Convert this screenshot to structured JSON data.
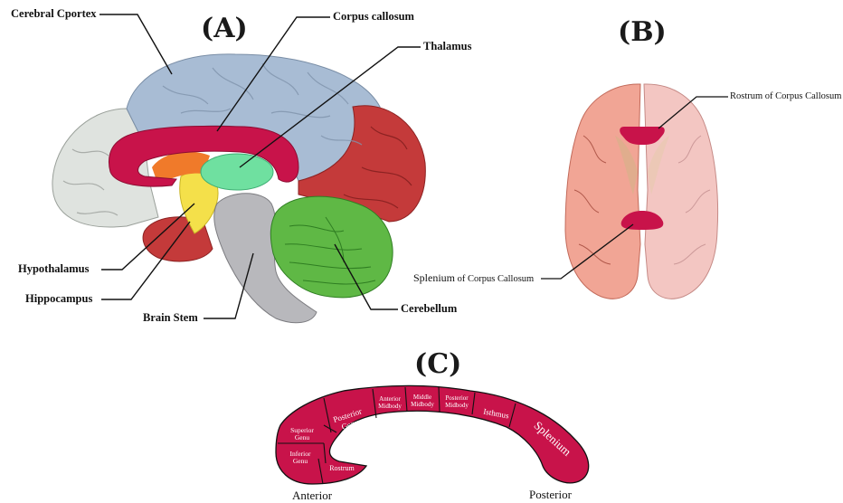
{
  "panels": {
    "a": {
      "letter": "(A)"
    },
    "b": {
      "letter": "(B)"
    },
    "c": {
      "letter": "(C)"
    }
  },
  "panel_a_labels": {
    "cerebral_cortex": "Cerebral Cportex",
    "corpus_callosum": "Corpus callosum",
    "thalamus": "Thalamus",
    "hypothalamus": "Hypothalamus",
    "hippocampus": "Hippocampus",
    "brain_stem": "Brain Stem",
    "cerebellum": "Cerebellum"
  },
  "panel_b_labels": {
    "rostrum": "Rostrum of Corpus Callosum",
    "splenium_main": "Splenium",
    "splenium_rest": " of Corpus Callosum"
  },
  "panel_c": {
    "segments": {
      "superior_genu": [
        "Superior",
        "Genu"
      ],
      "inferior_genu": [
        "Inferior",
        "Genu"
      ],
      "rostrum": [
        "Rostrum"
      ],
      "posterior_genu": [
        "Posterior",
        "Genu"
      ],
      "anterior_midbody": [
        "Anterior",
        "Midbody"
      ],
      "middle_midbody": [
        "Middle",
        "Midbody"
      ],
      "posterior_midbody": [
        "Posterior",
        "Midbody"
      ],
      "isthmus": [
        "Isthmus"
      ],
      "splenium": [
        "Splenium"
      ]
    },
    "anterior_label": "Anterior",
    "posterior_label": "Posterior"
  },
  "colors": {
    "corpus_callosum": "#c8134a",
    "cortex_blue": "#a8bcd4",
    "frontal_gray": "#dfe3df",
    "occipital_red": "#c43a3a",
    "cerebellum_green": "#5fb845",
    "thalamus_green": "#6fe0a0",
    "hypothalamus_yellow": "#f4e04a",
    "brainstem_gray": "#b8b8bc",
    "section_pink": "#f1a595"
  }
}
